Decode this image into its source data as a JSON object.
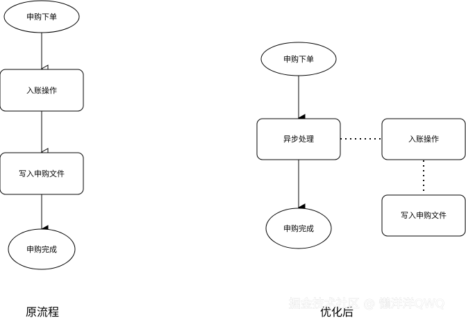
{
  "original_flow": {
    "caption": "原流程",
    "nodes": [
      {
        "id": "n1",
        "label": "申购下单"
      },
      {
        "id": "n2",
        "label": "入账操作"
      },
      {
        "id": "n3",
        "label": "写入申购文件"
      },
      {
        "id": "n4",
        "label": "申购完成"
      }
    ]
  },
  "optimized_flow": {
    "caption": "优化后",
    "nodes": [
      {
        "id": "m1",
        "label": "申购下单"
      },
      {
        "id": "m2",
        "label": "异步处理"
      },
      {
        "id": "m3",
        "label": "入账操作"
      },
      {
        "id": "m4",
        "label": "写入申购文件"
      },
      {
        "id": "m5",
        "label": "申购完成"
      }
    ]
  },
  "watermark": "掘金技术社区 @ 懒洋洋QWQ",
  "colors": {
    "stroke": "#000000",
    "fill": "#ffffff"
  }
}
